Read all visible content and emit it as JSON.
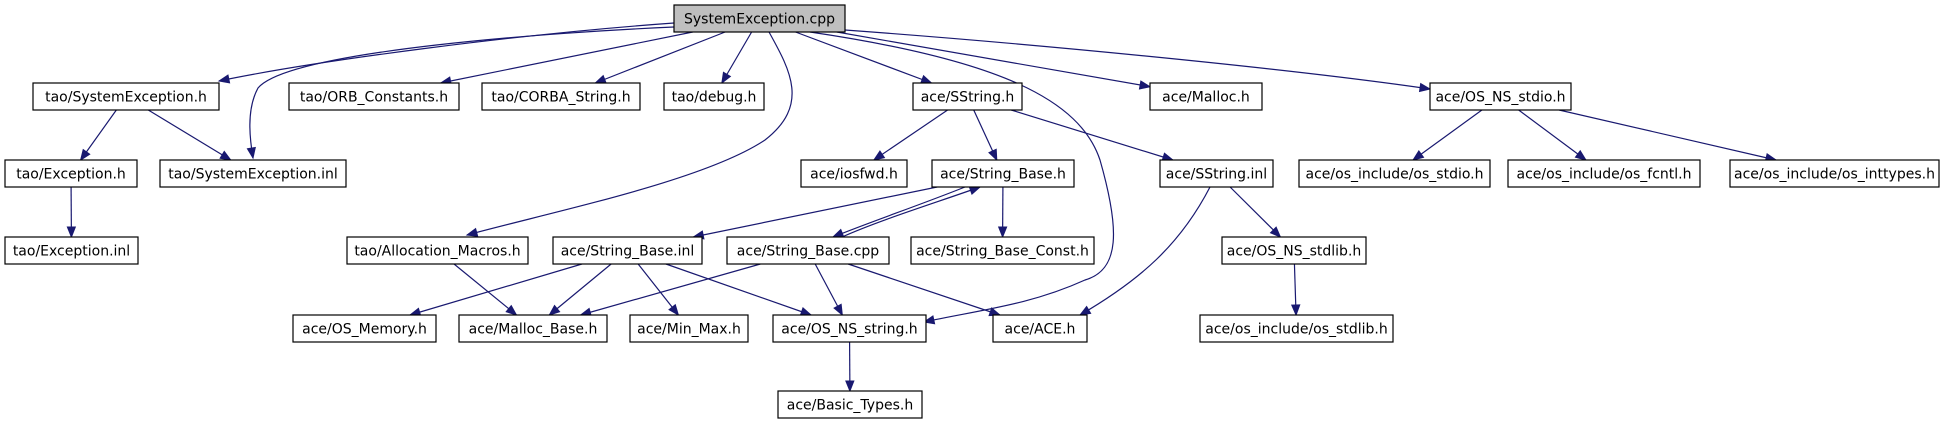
{
  "diagram": {
    "nodes": [
      {
        "id": "root",
        "label": "SystemException.cpp"
      },
      {
        "id": "tao_se_h",
        "label": "tao/SystemException.h"
      },
      {
        "id": "tao_orb_const",
        "label": "tao/ORB_Constants.h"
      },
      {
        "id": "tao_corba_string",
        "label": "tao/CORBA_String.h"
      },
      {
        "id": "tao_debug",
        "label": "tao/debug.h"
      },
      {
        "id": "ace_sstring_h",
        "label": "ace/SString.h"
      },
      {
        "id": "ace_malloc_h",
        "label": "ace/Malloc.h"
      },
      {
        "id": "ace_os_ns_stdio",
        "label": "ace/OS_NS_stdio.h"
      },
      {
        "id": "tao_exception_h",
        "label": "tao/Exception.h"
      },
      {
        "id": "tao_se_inl",
        "label": "tao/SystemException.inl"
      },
      {
        "id": "ace_iosfwd",
        "label": "ace/iosfwd.h"
      },
      {
        "id": "ace_string_base_h",
        "label": "ace/String_Base.h"
      },
      {
        "id": "ace_sstring_inl",
        "label": "ace/SString.inl"
      },
      {
        "id": "ace_osinc_stdio",
        "label": "ace/os_include/os_stdio.h"
      },
      {
        "id": "ace_osinc_fcntl",
        "label": "ace/os_include/os_fcntl.h"
      },
      {
        "id": "ace_osinc_inttypes",
        "label": "ace/os_include/os_inttypes.h"
      },
      {
        "id": "tao_exception_inl",
        "label": "tao/Exception.inl"
      },
      {
        "id": "tao_alloc_macros",
        "label": "tao/Allocation_Macros.h"
      },
      {
        "id": "ace_string_base_inl",
        "label": "ace/String_Base.inl"
      },
      {
        "id": "ace_string_base_cpp",
        "label": "ace/String_Base.cpp"
      },
      {
        "id": "ace_string_base_const",
        "label": "ace/String_Base_Const.h"
      },
      {
        "id": "ace_os_ns_stdlib",
        "label": "ace/OS_NS_stdlib.h"
      },
      {
        "id": "ace_os_memory",
        "label": "ace/OS_Memory.h"
      },
      {
        "id": "ace_malloc_base",
        "label": "ace/Malloc_Base.h"
      },
      {
        "id": "ace_min_max",
        "label": "ace/Min_Max.h"
      },
      {
        "id": "ace_os_ns_string",
        "label": "ace/OS_NS_string.h"
      },
      {
        "id": "ace_ace_h",
        "label": "ace/ACE.h"
      },
      {
        "id": "ace_osinc_stdlib",
        "label": "ace/os_include/os_stdlib.h"
      },
      {
        "id": "ace_basic_types",
        "label": "ace/Basic_Types.h"
      }
    ],
    "edges": [
      [
        "root",
        "tao_se_h"
      ],
      [
        "root",
        "tao_se_inl"
      ],
      [
        "root",
        "tao_orb_const"
      ],
      [
        "root",
        "tao_corba_string"
      ],
      [
        "root",
        "tao_debug"
      ],
      [
        "root",
        "tao_alloc_macros"
      ],
      [
        "root",
        "ace_sstring_h"
      ],
      [
        "root",
        "ace_os_ns_string"
      ],
      [
        "root",
        "ace_malloc_h"
      ],
      [
        "root",
        "ace_os_ns_stdio"
      ],
      [
        "tao_se_h",
        "tao_exception_h"
      ],
      [
        "tao_se_h",
        "tao_se_inl"
      ],
      [
        "tao_exception_h",
        "tao_exception_inl"
      ],
      [
        "ace_sstring_h",
        "ace_iosfwd"
      ],
      [
        "ace_sstring_h",
        "ace_string_base_h"
      ],
      [
        "ace_sstring_h",
        "ace_sstring_inl"
      ],
      [
        "ace_string_base_h",
        "ace_string_base_inl"
      ],
      [
        "ace_string_base_h",
        "ace_string_base_cpp"
      ],
      [
        "ace_string_base_h",
        "ace_string_base_const"
      ],
      [
        "ace_string_base_cpp",
        "ace_string_base_h"
      ],
      [
        "ace_sstring_inl",
        "ace_ace_h"
      ],
      [
        "ace_sstring_inl",
        "ace_os_ns_stdlib"
      ],
      [
        "ace_os_ns_stdlib",
        "ace_osinc_stdlib"
      ],
      [
        "ace_os_ns_stdio",
        "ace_osinc_stdio"
      ],
      [
        "ace_os_ns_stdio",
        "ace_osinc_fcntl"
      ],
      [
        "ace_os_ns_stdio",
        "ace_osinc_inttypes"
      ],
      [
        "tao_alloc_macros",
        "ace_malloc_base"
      ],
      [
        "ace_string_base_inl",
        "ace_os_memory"
      ],
      [
        "ace_string_base_inl",
        "ace_malloc_base"
      ],
      [
        "ace_string_base_inl",
        "ace_min_max"
      ],
      [
        "ace_string_base_inl",
        "ace_os_ns_string"
      ],
      [
        "ace_string_base_cpp",
        "ace_malloc_base"
      ],
      [
        "ace_string_base_cpp",
        "ace_os_ns_string"
      ],
      [
        "ace_string_base_cpp",
        "ace_ace_h"
      ],
      [
        "ace_os_ns_string",
        "ace_basic_types"
      ]
    ]
  }
}
